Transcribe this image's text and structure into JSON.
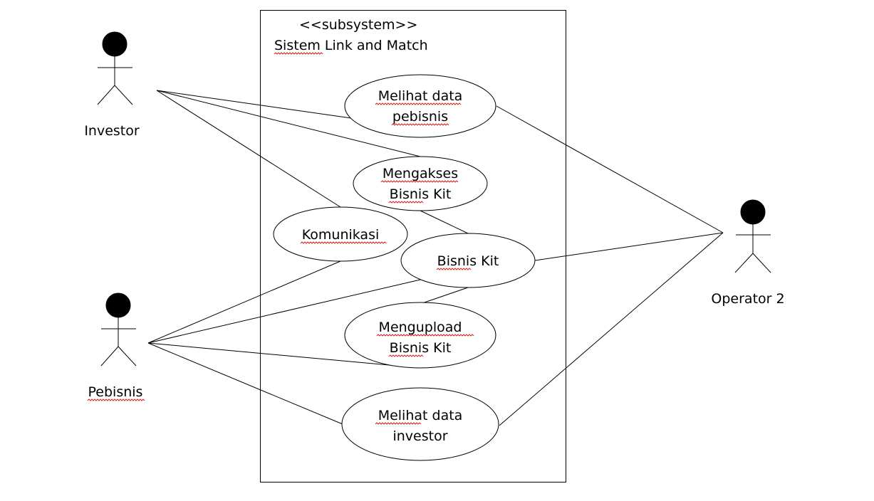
{
  "subsystem": {
    "stereotype": "<<subsystem>>",
    "name": "Sistem Link and Match"
  },
  "actors": {
    "investor": "Investor",
    "pebisnis": "Pebisnis",
    "operator": "Operator 2"
  },
  "use_cases": {
    "melihat_data_pebisnis": [
      "Melihat data",
      "pebisnis"
    ],
    "mengakses_bisnis_kit": [
      "Mengakses",
      "Bisnis Kit"
    ],
    "komunikasi": [
      "Komunikasi"
    ],
    "bisnis_kit": [
      "Bisnis Kit"
    ],
    "mengupload_bisnis_kit": [
      "Mengupload",
      "Bisnis Kit"
    ],
    "melihat_data_investor": [
      "Melihat data",
      "investor"
    ]
  },
  "colors": {
    "stroke": "#000000",
    "spellcheck_underline": "#d32222",
    "background": "#ffffff"
  }
}
